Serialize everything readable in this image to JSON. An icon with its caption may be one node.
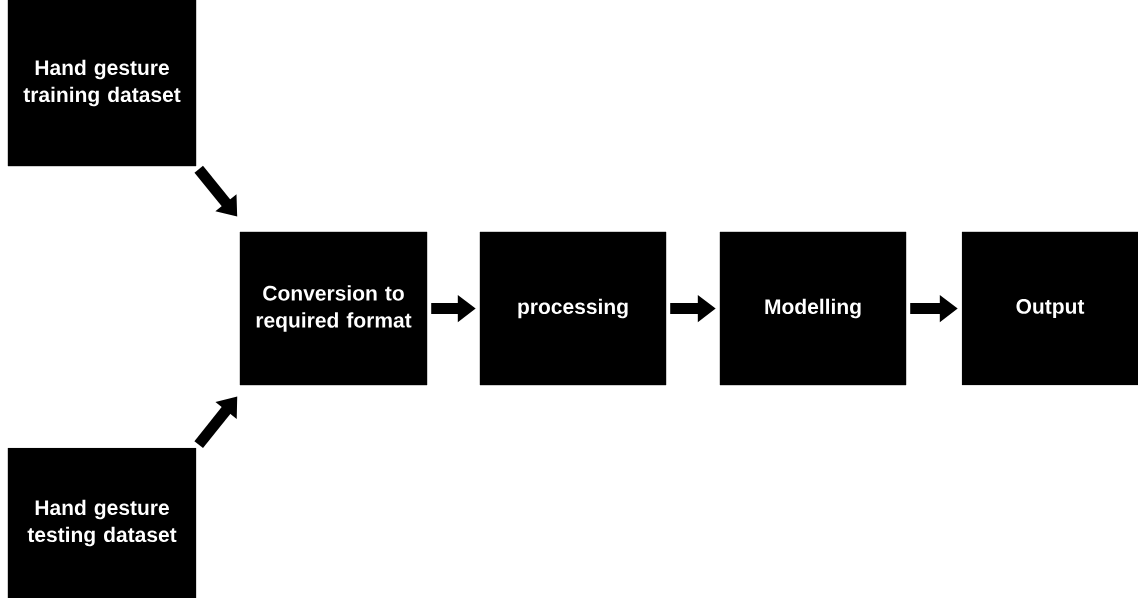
{
  "diagram": {
    "nodes": [
      {
        "text": [
          "Hand gesture training dataset"
        ]
      },
      {
        "text": [
          "Hand gesture testing dataset"
        ]
      },
      {
        "text": [
          "Conversion to required format"
        ]
      },
      {
        "text": [
          "processing"
        ]
      },
      {
        "text": [
          "Modelling"
        ]
      },
      {
        "text": [
          "Output"
        ]
      }
    ],
    "edges": [
      {
        "from": 0,
        "to": 2,
        "arrow": "to"
      },
      {
        "from": 1,
        "to": 2,
        "arrow": "to"
      },
      {
        "from": 2,
        "to": 3,
        "arrow": "to"
      },
      {
        "from": 3,
        "to": 4,
        "arrow": "to"
      },
      {
        "from": 4,
        "to": 5,
        "arrow": "to"
      }
    ]
  }
}
